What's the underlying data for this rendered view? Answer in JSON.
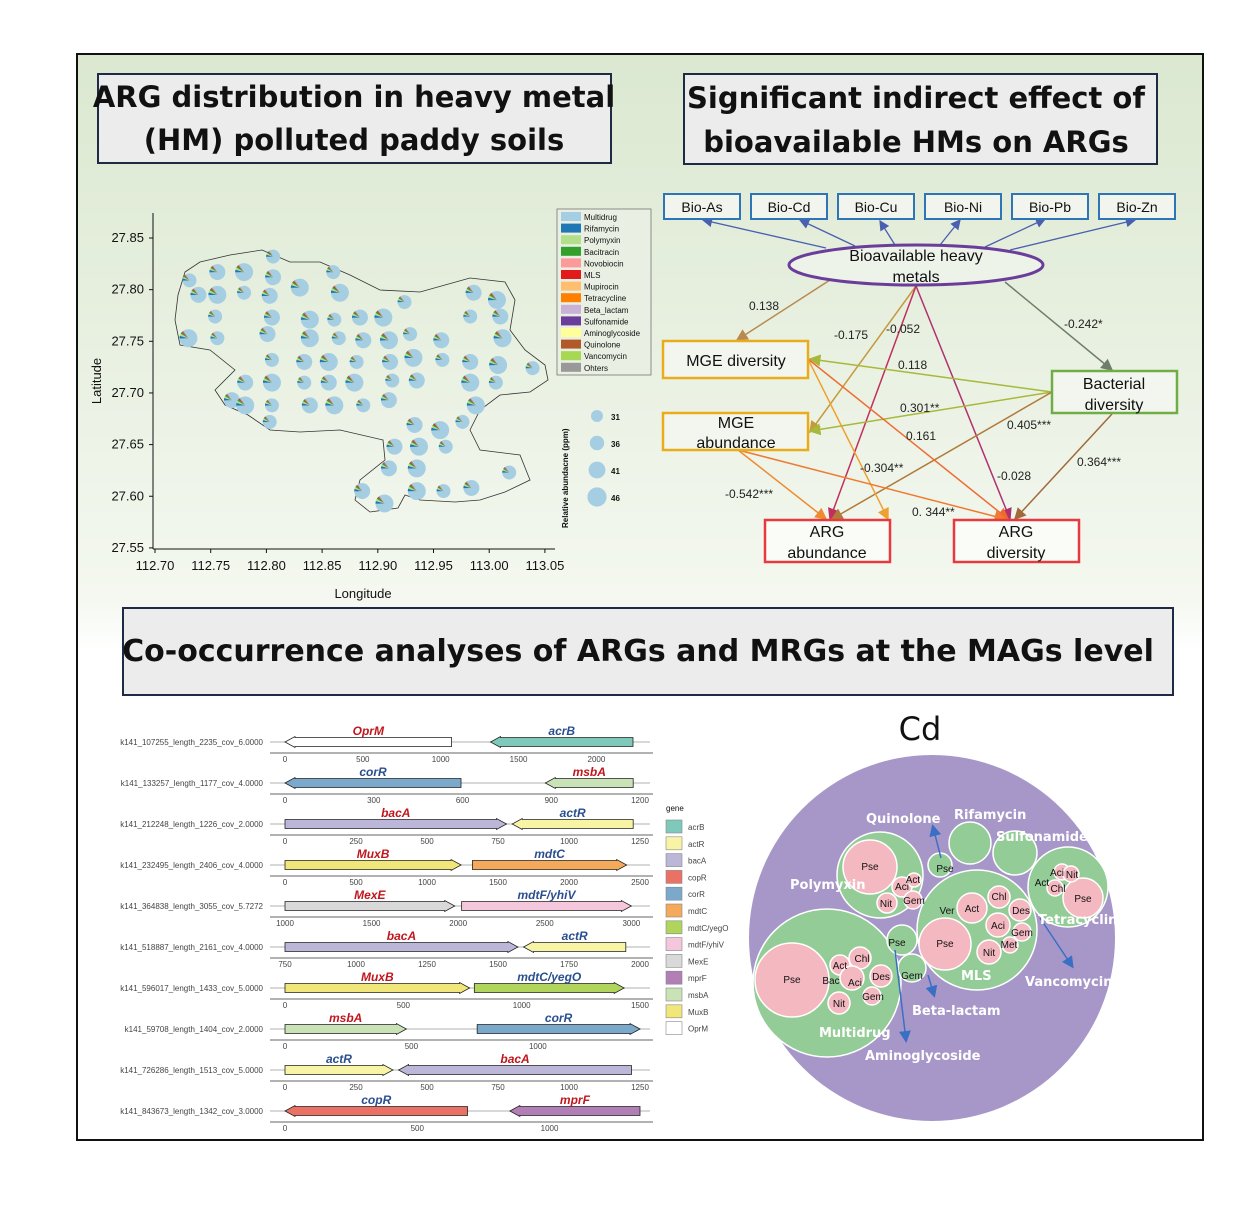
{
  "titles": {
    "top_left": [
      "ARG distribution in heavy metal",
      "(HM) polluted paddy soils"
    ],
    "top_right": [
      "Significant indirect effect of",
      "bioavailable HMs on ARGs"
    ],
    "bottom": "Co-occurrence analyses of ARGs and MRGs at the MAGs level"
  },
  "map": {
    "xlabel": "Longitude",
    "ylabel": "Latitude",
    "xticks": [
      "112.70",
      "112.75",
      "112.80",
      "112.85",
      "112.90",
      "112.95",
      "113.00",
      "113.05"
    ],
    "yticks": [
      "27.85",
      "27.80",
      "27.75",
      "27.70",
      "27.65",
      "27.60",
      "27.55"
    ],
    "legend": [
      {
        "name": "Multidrug",
        "color": "#a6cee3"
      },
      {
        "name": "Rifamycin",
        "color": "#1f78b4"
      },
      {
        "name": "Polymyxin",
        "color": "#b2df8a"
      },
      {
        "name": "Bacitracin",
        "color": "#33a02c"
      },
      {
        "name": "Novobiocin",
        "color": "#fb9a99"
      },
      {
        "name": "MLS",
        "color": "#e31a1c"
      },
      {
        "name": "Mupirocin",
        "color": "#fdbf6f"
      },
      {
        "name": "Tetracycline",
        "color": "#ff7f00"
      },
      {
        "name": "Beta_lactam",
        "color": "#cab2d6"
      },
      {
        "name": "Sulfonamide",
        "color": "#6a3d9a"
      },
      {
        "name": "Aminoglycoside",
        "color": "#ffff99"
      },
      {
        "name": "Quinolone",
        "color": "#b15928"
      },
      {
        "name": "Vancomycin",
        "color": "#a6d854"
      },
      {
        "name": "Ohters",
        "color": "#999999"
      }
    ],
    "size_legend_title": "Relative abundacne (ppm)",
    "sizes": [
      "31",
      "36",
      "41",
      "46"
    ],
    "typical_composition": [
      0.84,
      0.05,
      0.04,
      0.03,
      0.02,
      0.02
    ],
    "sites": [
      [
        112.731,
        27.809
      ],
      [
        112.756,
        27.817
      ],
      [
        112.78,
        27.817
      ],
      [
        112.806,
        27.832
      ],
      [
        112.806,
        27.812
      ],
      [
        112.83,
        27.802
      ],
      [
        112.86,
        27.817
      ],
      [
        112.739,
        27.795
      ],
      [
        112.756,
        27.795
      ],
      [
        112.78,
        27.797
      ],
      [
        112.803,
        27.794
      ],
      [
        112.866,
        27.797
      ],
      [
        112.924,
        27.788
      ],
      [
        112.986,
        27.797
      ],
      [
        113.007,
        27.79
      ],
      [
        112.754,
        27.774
      ],
      [
        112.805,
        27.773
      ],
      [
        112.839,
        27.771
      ],
      [
        112.861,
        27.771
      ],
      [
        112.884,
        27.773
      ],
      [
        112.905,
        27.773
      ],
      [
        112.983,
        27.774
      ],
      [
        113.01,
        27.774
      ],
      [
        112.73,
        27.753
      ],
      [
        112.756,
        27.753
      ],
      [
        112.801,
        27.757
      ],
      [
        112.839,
        27.753
      ],
      [
        112.865,
        27.753
      ],
      [
        112.887,
        27.751
      ],
      [
        112.91,
        27.751
      ],
      [
        112.929,
        27.757
      ],
      [
        112.957,
        27.751
      ],
      [
        113.012,
        27.753
      ],
      [
        112.805,
        27.732
      ],
      [
        112.834,
        27.73
      ],
      [
        112.856,
        27.73
      ],
      [
        112.881,
        27.73
      ],
      [
        112.911,
        27.73
      ],
      [
        112.932,
        27.734
      ],
      [
        112.958,
        27.732
      ],
      [
        112.983,
        27.73
      ],
      [
        113.008,
        27.727
      ],
      [
        113.039,
        27.724
      ],
      [
        112.781,
        27.71
      ],
      [
        112.805,
        27.71
      ],
      [
        112.834,
        27.71
      ],
      [
        112.856,
        27.71
      ],
      [
        112.879,
        27.71
      ],
      [
        112.913,
        27.712
      ],
      [
        112.935,
        27.712
      ],
      [
        112.983,
        27.71
      ],
      [
        113.006,
        27.71
      ],
      [
        112.769,
        27.693
      ],
      [
        112.781,
        27.688
      ],
      [
        112.805,
        27.688
      ],
      [
        112.839,
        27.688
      ],
      [
        112.861,
        27.688
      ],
      [
        112.887,
        27.688
      ],
      [
        112.91,
        27.693
      ],
      [
        112.988,
        27.688
      ],
      [
        112.803,
        27.672
      ],
      [
        112.933,
        27.669
      ],
      [
        112.956,
        27.664
      ],
      [
        112.976,
        27.672
      ],
      [
        112.915,
        27.648
      ],
      [
        112.937,
        27.648
      ],
      [
        112.961,
        27.648
      ],
      [
        112.91,
        27.627
      ],
      [
        112.935,
        27.627
      ],
      [
        113.018,
        27.623
      ],
      [
        112.886,
        27.605
      ],
      [
        112.935,
        27.605
      ],
      [
        112.959,
        27.605
      ],
      [
        112.984,
        27.608
      ],
      [
        112.906,
        27.593
      ]
    ]
  },
  "sem": {
    "bio": [
      "Bio-As",
      "Bio-Cd",
      "Bio-Cu",
      "Bio-Ni",
      "Bio-Pb",
      "Bio-Zn"
    ],
    "hm": [
      "Bioavailable heavy",
      "metals"
    ],
    "mge_div": "MGE diversity",
    "mge_ab": [
      "MGE",
      "abundance"
    ],
    "bact": [
      "Bacterial",
      "diversity"
    ],
    "arg_ab": [
      "ARG",
      "abundance"
    ],
    "arg_div": [
      "ARG",
      "diversity"
    ],
    "coef": [
      "0.138",
      "-0.175",
      "-0.052",
      "-0.242*",
      "0.118",
      "0.301**",
      "0.405***",
      "0.161",
      "-0.304**",
      "-0.028",
      "0.364***",
      "-0.542***",
      "0. 344**"
    ]
  },
  "genes": {
    "legend_title": "gene",
    "legend": [
      {
        "name": "acrB",
        "color": "#7fc9bb"
      },
      {
        "name": "actR",
        "color": "#f7f4a5"
      },
      {
        "name": "bacA",
        "color": "#bcb6d8"
      },
      {
        "name": "copR",
        "color": "#ec7165"
      },
      {
        "name": "corR",
        "color": "#7aa9cb"
      },
      {
        "name": "mdtC",
        "color": "#f5a95a"
      },
      {
        "name": "mdtC/yegO",
        "color": "#b0d45c"
      },
      {
        "name": "mdtF/yhiV",
        "color": "#f5c7dc"
      },
      {
        "name": "MexE",
        "color": "#d9d9d9"
      },
      {
        "name": "mprF",
        "color": "#b27eb6"
      },
      {
        "name": "msbA",
        "color": "#c9e2b6"
      },
      {
        "name": "MuxB",
        "color": "#f1e67a"
      },
      {
        "name": "OprM",
        "color": "#ffffff"
      }
    ],
    "rows": [
      {
        "contig": "k141_107255_length_2235_cov_6.0000",
        "range": [
          0,
          2280
        ],
        "ticks": [
          0,
          500,
          1000,
          1500,
          2000
        ],
        "genes": [
          {
            "name": "OprM",
            "start": 0,
            "end": 1070,
            "strand": "-",
            "lc": "#c0161d"
          },
          {
            "name": "acrB",
            "start": 1320,
            "end": 2235,
            "strand": "-",
            "lc": "#2a4f8f"
          }
        ]
      },
      {
        "contig": "k141_133257_length_1177_cov_4.0000",
        "range": [
          0,
          1200
        ],
        "ticks": [
          0,
          300,
          600,
          900,
          1200
        ],
        "genes": [
          {
            "name": "corR",
            "start": 0,
            "end": 595,
            "strand": "-",
            "lc": "#2a4f8f"
          },
          {
            "name": "msbA",
            "start": 880,
            "end": 1177,
            "strand": "-",
            "lc": "#c0161d"
          }
        ]
      },
      {
        "contig": "k141_212248_length_1226_cov_2.0000",
        "range": [
          0,
          1250
        ],
        "ticks": [
          0,
          250,
          500,
          750,
          1000,
          1250
        ],
        "genes": [
          {
            "name": "bacA",
            "start": 0,
            "end": 780,
            "strand": "+",
            "lc": "#c0161d"
          },
          {
            "name": "actR",
            "start": 800,
            "end": 1226,
            "strand": "-",
            "lc": "#2a4f8f"
          }
        ]
      },
      {
        "contig": "k141_232495_length_2406_cov_4.0000",
        "range": [
          0,
          2500
        ],
        "ticks": [
          0,
          500,
          1000,
          1500,
          2000,
          2500
        ],
        "genes": [
          {
            "name": "MuxB",
            "start": 0,
            "end": 1240,
            "strand": "+",
            "lc": "#c0161d"
          },
          {
            "name": "mdtC",
            "start": 1320,
            "end": 2406,
            "strand": "+",
            "lc": "#2a4f8f"
          }
        ]
      },
      {
        "contig": "k141_364838_length_3055_cov_5.7272",
        "range": [
          1000,
          3050
        ],
        "ticks": [
          1000,
          1500,
          2000,
          2500,
          3000
        ],
        "genes": [
          {
            "name": "MexE",
            "start": 1000,
            "end": 1980,
            "strand": "+",
            "lc": "#c0161d"
          },
          {
            "name": "mdtF/yhiV",
            "start": 2020,
            "end": 3000,
            "strand": "+",
            "lc": "#2a4f8f"
          }
        ]
      },
      {
        "contig": "k141_518887_length_2161_cov_4.0000",
        "range": [
          750,
          2000
        ],
        "ticks": [
          750,
          1000,
          1250,
          1500,
          1750,
          2000
        ],
        "genes": [
          {
            "name": "bacA",
            "start": 750,
            "end": 1570,
            "strand": "+",
            "lc": "#c0161d"
          },
          {
            "name": "actR",
            "start": 1590,
            "end": 1950,
            "strand": "-",
            "lc": "#2a4f8f"
          }
        ]
      },
      {
        "contig": "k141_596017_length_1433_cov_5.0000",
        "range": [
          0,
          1500
        ],
        "ticks": [
          0,
          500,
          1000,
          1500
        ],
        "genes": [
          {
            "name": "MuxB",
            "start": 0,
            "end": 780,
            "strand": "+",
            "lc": "#c0161d"
          },
          {
            "name": "mdtC/yegO",
            "start": 800,
            "end": 1433,
            "strand": "+",
            "lc": "#2a4f8f"
          }
        ]
      },
      {
        "contig": "k141_59708_length_1404_cov_2.0000",
        "range": [
          0,
          1404
        ],
        "ticks": [
          0,
          500,
          1000
        ],
        "genes": [
          {
            "name": "msbA",
            "start": 0,
            "end": 480,
            "strand": "+",
            "lc": "#c0161d"
          },
          {
            "name": "corR",
            "start": 760,
            "end": 1404,
            "strand": "+",
            "lc": "#2a4f8f"
          }
        ]
      },
      {
        "contig": "k141_726286_length_1513_cov_5.0000",
        "range": [
          0,
          1250
        ],
        "ticks": [
          0,
          250,
          500,
          750,
          1000,
          1250
        ],
        "genes": [
          {
            "name": "actR",
            "start": 0,
            "end": 380,
            "strand": "+",
            "lc": "#2a4f8f"
          },
          {
            "name": "bacA",
            "start": 400,
            "end": 1220,
            "strand": "-",
            "lc": "#c0161d"
          }
        ]
      },
      {
        "contig": "k141_843673_length_1342_cov_3.0000",
        "range": [
          0,
          1342
        ],
        "ticks": [
          0,
          500,
          1000
        ],
        "genes": [
          {
            "name": "copR",
            "start": 0,
            "end": 690,
            "strand": "-",
            "lc": "#2a4f8f"
          },
          {
            "name": "mprF",
            "start": 850,
            "end": 1342,
            "strand": "-",
            "lc": "#c0161d"
          }
        ]
      }
    ]
  },
  "bubble": {
    "title": "Cd",
    "categories": [
      "Quinolone",
      "Rifamycin",
      "Sulfonamide",
      "Polymyxin",
      "Tetracycline",
      "MLS",
      "Vancomycin",
      "Beta-lactam",
      "Multidrug",
      "Aminoglycoside"
    ],
    "taxa": [
      "Pse",
      "Act",
      "Aci",
      "Nit",
      "Gem",
      "Chl",
      "Des",
      "Ver",
      "Met",
      "Bac"
    ]
  }
}
